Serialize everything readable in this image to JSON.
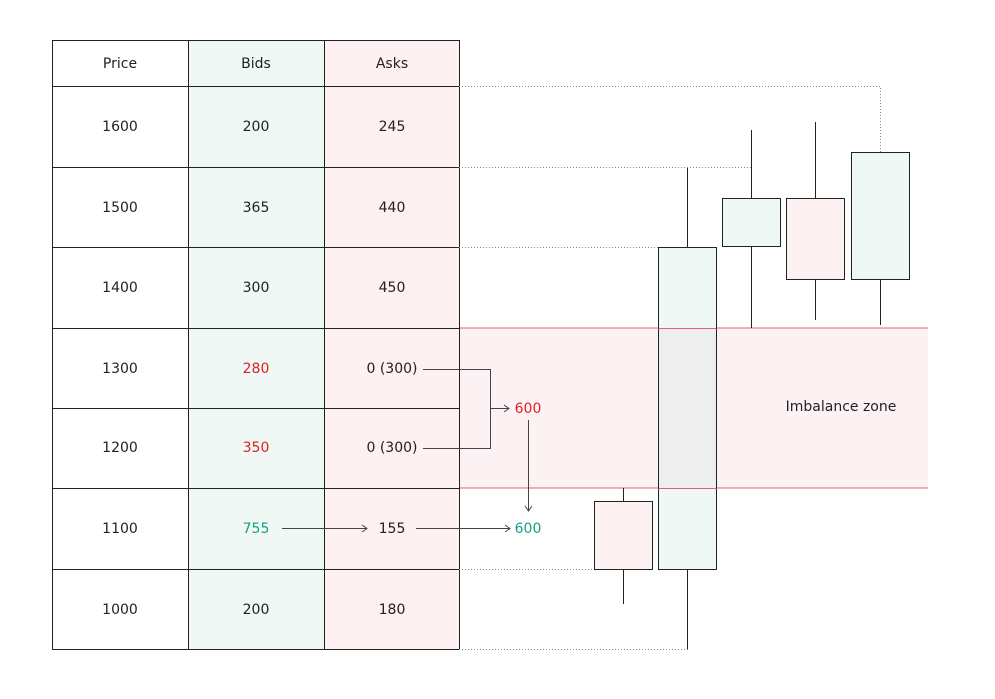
{
  "table": {
    "headers": [
      "Price",
      "Bids",
      "Asks"
    ],
    "rows": [
      {
        "price": "1600",
        "bid": "200",
        "ask": "245"
      },
      {
        "price": "1500",
        "bid": "365",
        "ask": "440"
      },
      {
        "price": "1400",
        "bid": "300",
        "ask": "450"
      },
      {
        "price": "1300",
        "bid": "280",
        "ask": "0 (300)"
      },
      {
        "price": "1200",
        "bid": "350",
        "ask": "0 (300)"
      },
      {
        "price": "1100",
        "bid": "755",
        "ask": "155"
      },
      {
        "price": "1000",
        "bid": "200",
        "ask": "180"
      }
    ]
  },
  "annotations": {
    "sum_imbalance": "600",
    "sum_absorbed": "600",
    "zone_label": "Imbalance zone"
  },
  "colors": {
    "bid_fill": "#f0f8f6",
    "ask_fill": "#fdf1f1",
    "zone_fill": "#fdf2f3",
    "zone_line": "#e06070",
    "red_text": "#e02020",
    "green_text": "#14a085",
    "overlap_fill": "#eeeeee"
  }
}
